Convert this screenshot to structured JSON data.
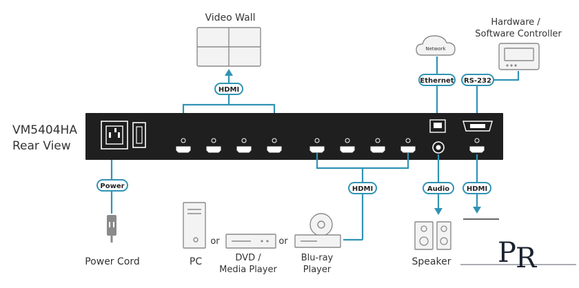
{
  "device": {
    "model": "VM5404HA",
    "view": "Rear View"
  },
  "labels": {
    "video_wall": "Video Wall",
    "controller_line1": "Hardware /",
    "controller_line2": "Software Controller",
    "network": "Network",
    "power_cord": "Power Cord",
    "pc": "PC",
    "dvd_line1": "DVD /",
    "dvd_line2": "Media Player",
    "bluray_line1": "Blu-ray",
    "bluray_line2": "Player",
    "speakers": "Speaker",
    "or": "or"
  },
  "connectors": {
    "hdmi": "HDMI",
    "power": "Power",
    "ethernet": "Ethernet",
    "rs232": "RS-232",
    "audio": "Audio"
  },
  "colors": {
    "cable": "#2f93b4",
    "chassis": "#1f1f1f",
    "device_outline": "#8a8a8a"
  }
}
